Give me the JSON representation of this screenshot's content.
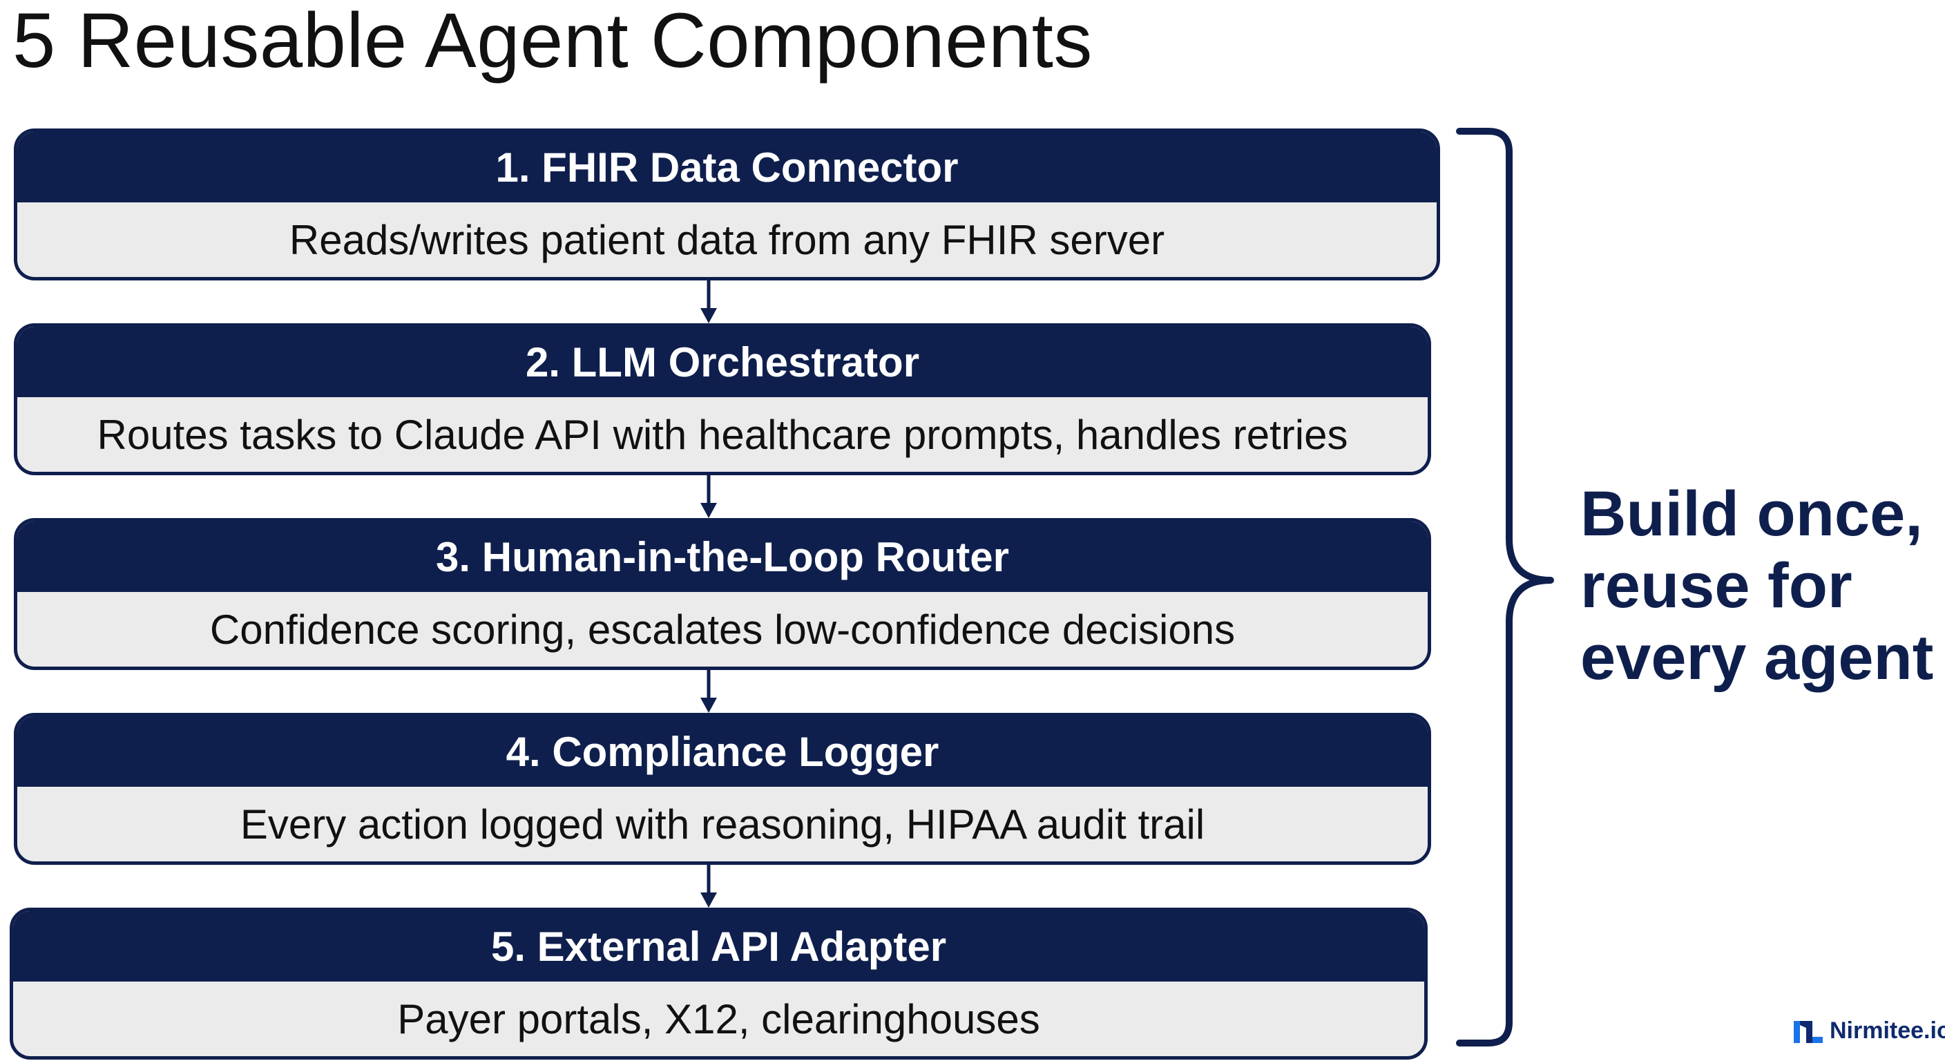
{
  "title": "5 Reusable Agent Components",
  "components": [
    {
      "name": "1. FHIR Data Connector",
      "description": "Reads/writes patient data from any FHIR server"
    },
    {
      "name": "2. LLM Orchestrator",
      "description": "Routes tasks to Claude API with healthcare prompts, handles retries"
    },
    {
      "name": "3. Human-in-the-Loop Router",
      "description": "Confidence scoring, escalates low-confidence decisions"
    },
    {
      "name": "4. Compliance Logger",
      "description": "Every action logged with reasoning, HIPAA audit trail"
    },
    {
      "name": "5. External API Adapter",
      "description": "Payer portals, X12, clearinghouses"
    }
  ],
  "tagline": {
    "line1": "Build once,",
    "line2": "reuse for",
    "line3": "every agent"
  },
  "brand": {
    "name": "Nirmitee.io",
    "icon": "nirmitee-logo-icon"
  },
  "colors": {
    "navy": "#0f1f4d",
    "card_body": "#ebebeb",
    "brand_blue": "#1a73e8"
  }
}
